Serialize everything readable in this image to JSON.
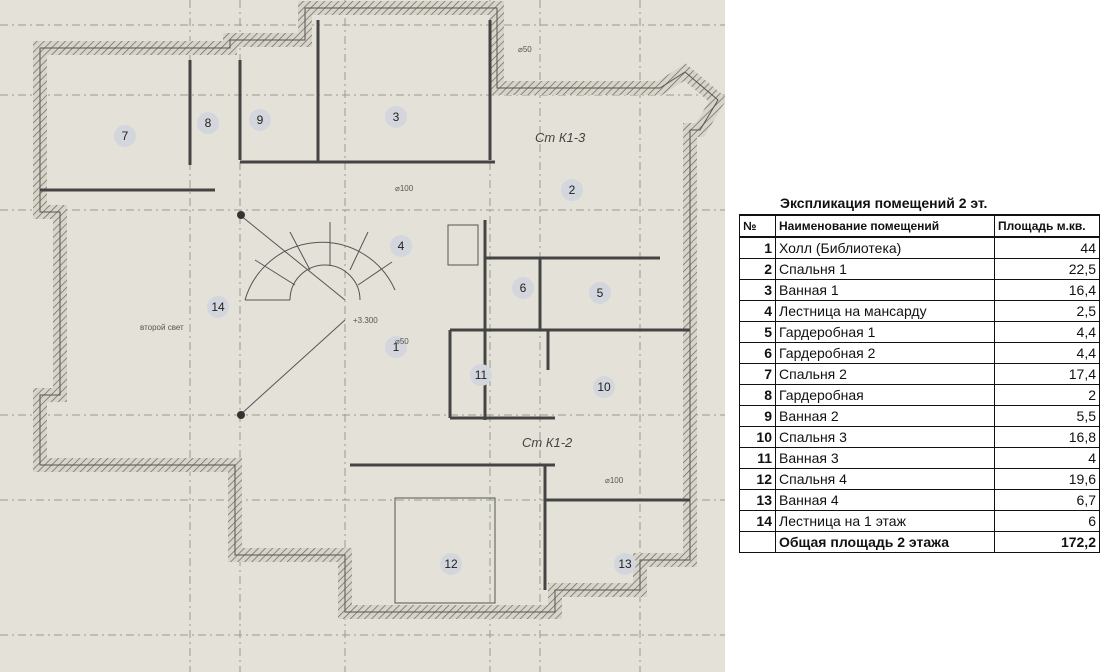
{
  "plan": {
    "rooms": [
      {
        "n": "1"
      },
      {
        "n": "2"
      },
      {
        "n": "3"
      },
      {
        "n": "4"
      },
      {
        "n": "5"
      },
      {
        "n": "6"
      },
      {
        "n": "7"
      },
      {
        "n": "8"
      },
      {
        "n": "9"
      },
      {
        "n": "10"
      },
      {
        "n": "11"
      },
      {
        "n": "12"
      },
      {
        "n": "13"
      },
      {
        "n": "14"
      }
    ],
    "annotations": {
      "second_light": "второй свет",
      "riser_1": "Ст К1-3",
      "riser_2": "Ст К1-2",
      "pipe_100_a": "⌀100",
      "pipe_100_b": "⌀100",
      "pipe_50_a": "⌀50",
      "pipe_50_b": "⌀50",
      "level": "+3.300"
    }
  },
  "explication": {
    "title": "Экспликация помещений 2 эт.",
    "headers": {
      "num": "№",
      "name": "Наименование помещений",
      "area": "Площадь м.кв."
    },
    "rows": [
      {
        "num": "1",
        "name": "Холл (Библиотека)",
        "area": "44"
      },
      {
        "num": "2",
        "name": "Спальня 1",
        "area": "22,5"
      },
      {
        "num": "3",
        "name": "Ванная 1",
        "area": "16,4"
      },
      {
        "num": "4",
        "name": "Лестница на мансарду",
        "area": "2,5"
      },
      {
        "num": "5",
        "name": "Гардеробная 1",
        "area": "4,4"
      },
      {
        "num": "6",
        "name": "Гардеробная 2",
        "area": "4,4"
      },
      {
        "num": "7",
        "name": "Спальня 2",
        "area": "17,4"
      },
      {
        "num": "8",
        "name": "Гардеробная",
        "area": "2"
      },
      {
        "num": "9",
        "name": "Ванная 2",
        "area": "5,5"
      },
      {
        "num": "10",
        "name": "Спальня 3",
        "area": "16,8"
      },
      {
        "num": "11",
        "name": "Ванная 3",
        "area": "4"
      },
      {
        "num": "12",
        "name": "Спальня 4",
        "area": "19,6"
      },
      {
        "num": "13",
        "name": "Ванная 4",
        "area": "6,7"
      },
      {
        "num": "14",
        "name": "Лестница на 1 этаж",
        "area": "6"
      }
    ],
    "total": {
      "name": "Общая площадь 2 этажа",
      "area": "172,2"
    }
  }
}
